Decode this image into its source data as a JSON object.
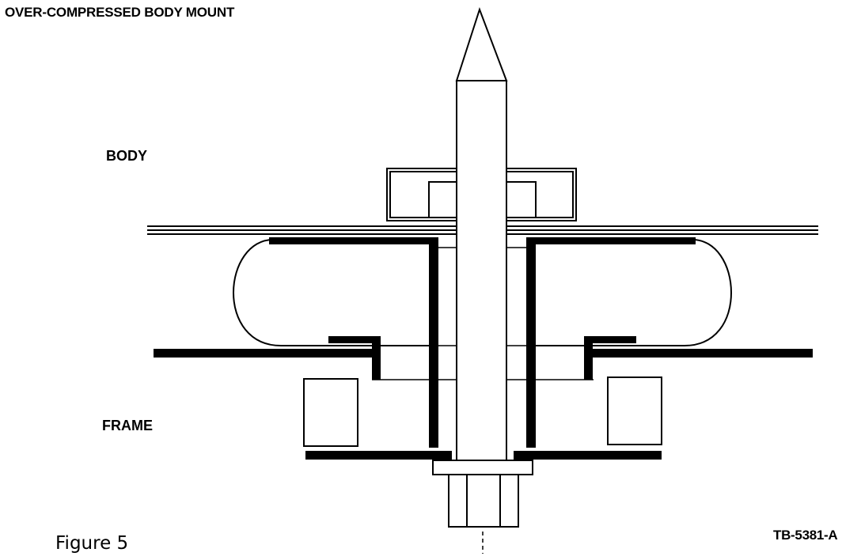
{
  "diagram": {
    "title": "OVER-COMPRESSED BODY MOUNT",
    "labels": {
      "body": "BODY",
      "frame": "FRAME"
    },
    "caption": "Figure 5",
    "reference": "TB-5381-A",
    "colors": {
      "ink": "#000000",
      "paper": "#ffffff"
    }
  }
}
